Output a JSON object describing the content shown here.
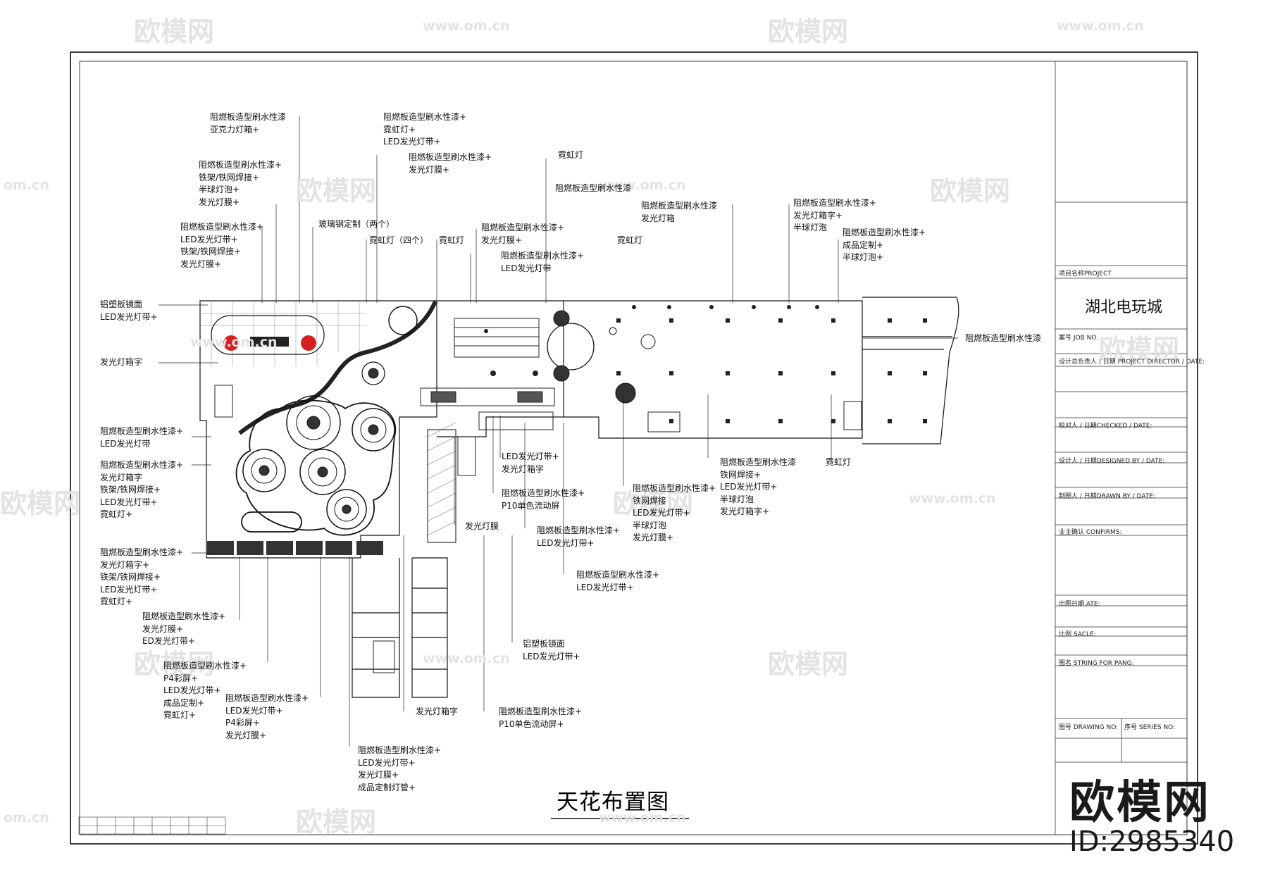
{
  "drawing_title": "天花布置图",
  "title_block": {
    "project_label": "项目名称PROJECT",
    "project_name": "湖北电玩城",
    "job_no_label": "案号 JOB NO.",
    "director_label": "设计总负责人 / 日期 PROJECT DIRECTOR / DATE:",
    "checked_label": "校对人 / 日期CHECKED / DATE:",
    "designed_label": "设计人 / 日期DESIGNED BY / DATE:",
    "drawn_label": "制图人 / 日期DRAWN BY / DATE:",
    "confirm_label": "业主确认 CONFIRMS:",
    "issue_date_label": "出图日期 ATE:",
    "scale_label": "比例 SACLE:",
    "drawing_name_label": "图名 STRING FOR PANG:",
    "drawing_no_label": "图号 DRAWING NO:",
    "series_no_label": "序号 SERIES NO:"
  },
  "callouts": {
    "c01": [
      "阻燃板造型刷水性漆",
      "亚克力灯箱+"
    ],
    "c02": [
      "阻燃板造型刷水性漆+",
      "铁架/铁网焊接+",
      "半球灯泡+",
      "发光灯膜+"
    ],
    "c03": [
      "阻燃板造型刷水性漆+",
      "LED发光灯带+",
      "铁架/铁网焊接+",
      "发光灯膜+"
    ],
    "c04": [
      "铝塑板镜面",
      "LED发光灯带+"
    ],
    "c05": [
      "发光灯箱字"
    ],
    "c06": [
      "玻璃钢定制（两个）"
    ],
    "c07": [
      "霓虹灯（四个）"
    ],
    "c08": [
      "霓虹灯"
    ],
    "c09": [
      "阻燃板造型刷水性漆+",
      "霓虹灯+",
      "LED发光灯带+"
    ],
    "c10": [
      "阻燃板造型刷水性漆+",
      "发光灯膜+"
    ],
    "c11": [
      "霓虹灯"
    ],
    "c12": [
      "阻燃板造型刷水性漆"
    ],
    "c13": [
      "阻燃板造型刷水性漆+",
      "发光灯膜+"
    ],
    "c14": [
      "阻燃板造型刷水性漆+",
      "LED发光灯带"
    ],
    "c15": [
      "阻燃板造型刷水性漆",
      "发光灯箱"
    ],
    "c16": [
      "霓虹灯"
    ],
    "c17": [
      "阻燃板造型刷水性漆+",
      "发光灯箱字+",
      "半球灯泡"
    ],
    "c18": [
      "阻燃板造型刷水性漆+",
      "成品定制+",
      "半球灯泡+"
    ],
    "c19": [
      "阻燃板造型刷水性漆"
    ],
    "c20": [
      "阻燃板造型刷水性漆+",
      "LED发光灯带"
    ],
    "c21": [
      "阻燃板造型刷水性漆+",
      "发光灯箱字",
      "铁架/铁网焊接+",
      "LED发光灯带+",
      "霓虹灯+"
    ],
    "c22": [
      "阻燃板造型刷水性漆+",
      "发光灯箱字+",
      "铁架/铁网焊接+",
      "LED发光灯带+",
      "霓虹灯+"
    ],
    "c23": [
      "阻燃板造型刷水性漆+",
      "发光灯膜+",
      "ED发光灯带+"
    ],
    "c24": [
      "阻燃板造型刷水性漆+",
      "P4彩屏+",
      "LED发光灯带+",
      "成品定制+",
      "霓虹灯+"
    ],
    "c25": [
      "阻燃板造型刷水性漆+",
      "LED发光灯带+",
      "P4彩屏+",
      "发光灯膜+"
    ],
    "c26": [
      "阻燃板造型刷水性漆+",
      "LED发光灯带+",
      "发光灯膜+",
      "成品定制灯管+"
    ],
    "c27": [
      "发光灯箱字"
    ],
    "c28": [
      "阻燃板造型刷水性漆+",
      "P10单色流动屏+"
    ],
    "c29": [
      "铝塑板镜面",
      "LED发光灯带+"
    ],
    "c30": [
      "LED发光灯带+",
      "发光灯箱字"
    ],
    "c31": [
      "阻燃板造型刷水性漆+",
      "P10单色流动屏"
    ],
    "c32": [
      "发光灯膜"
    ],
    "c33": [
      "阻燃板造型刷水性漆+",
      "LED发光灯带+"
    ],
    "c34": [
      "阻燃板造型刷水性漆+",
      "LED发光灯带+"
    ],
    "c35": [
      "阻燃板造型刷水性漆+",
      "铁网焊接",
      "LED发光灯带+",
      "半球灯泡",
      "发光灯膜+"
    ],
    "c36": [
      "阻燃板造型刷水性漆",
      "铁网焊接+",
      "LED发光灯带+",
      "半球灯泡",
      "发光灯箱字+"
    ],
    "c37": [
      "霓虹灯"
    ]
  },
  "watermarks": {
    "brand": "欧模网",
    "url": "www.om.cn",
    "url_short": "om.cn",
    "corner_logo": "欧模网",
    "corner_id": "ID:2985340"
  }
}
